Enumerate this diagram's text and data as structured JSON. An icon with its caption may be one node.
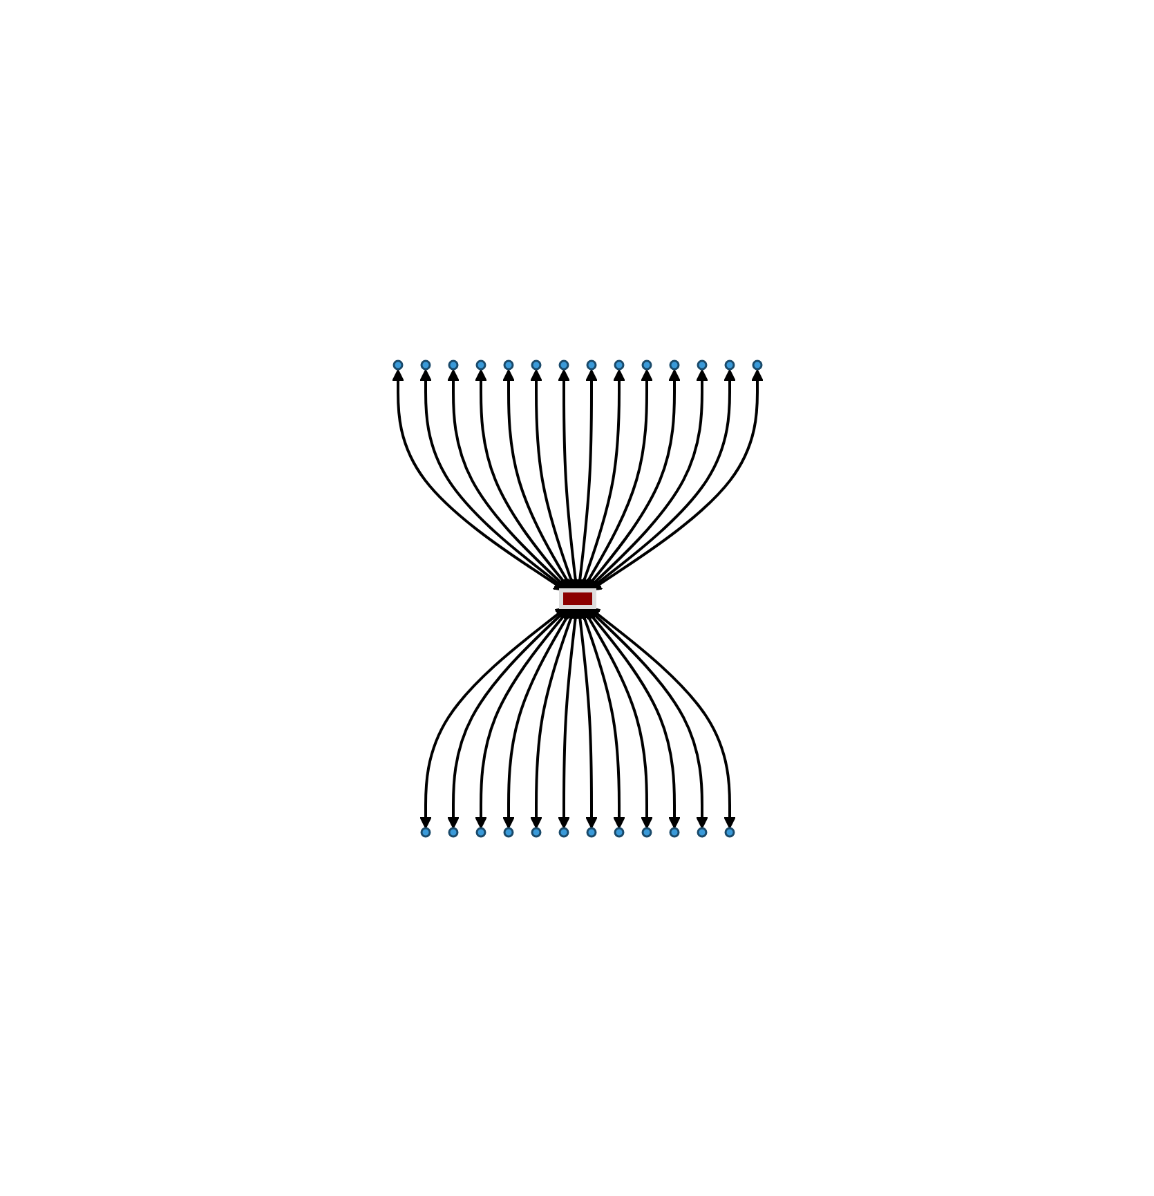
{
  "diagram": {
    "nodes": [
      {
        "text": [],
        "shape": "box"
      },
      {
        "text": [],
        "shape": "circle"
      },
      {
        "text": [],
        "shape": "circle"
      },
      {
        "text": [],
        "shape": "circle"
      },
      {
        "text": [],
        "shape": "circle"
      },
      {
        "text": [],
        "shape": "circle"
      },
      {
        "text": [],
        "shape": "circle"
      },
      {
        "text": [],
        "shape": "circle"
      },
      {
        "text": [],
        "shape": "circle"
      },
      {
        "text": [],
        "shape": "circle"
      },
      {
        "text": [],
        "shape": "circle"
      },
      {
        "text": [],
        "shape": "circle"
      },
      {
        "text": [],
        "shape": "circle"
      },
      {
        "text": [],
        "shape": "circle"
      },
      {
        "text": [],
        "shape": "circle"
      },
      {
        "text": [],
        "shape": "circle"
      },
      {
        "text": [],
        "shape": "circle"
      },
      {
        "text": [],
        "shape": "circle"
      },
      {
        "text": [],
        "shape": "circle"
      },
      {
        "text": [],
        "shape": "circle"
      },
      {
        "text": [],
        "shape": "circle"
      },
      {
        "text": [],
        "shape": "circle"
      },
      {
        "text": [],
        "shape": "circle"
      },
      {
        "text": [],
        "shape": "circle"
      },
      {
        "text": [],
        "shape": "circle"
      },
      {
        "text": [],
        "shape": "circle"
      },
      {
        "text": [],
        "shape": "circle"
      }
    ],
    "edges": [
      {
        "from": 1,
        "to": 0,
        "arrow": "both"
      },
      {
        "from": 2,
        "to": 0,
        "arrow": "both"
      },
      {
        "from": 3,
        "to": 0,
        "arrow": "both"
      },
      {
        "from": 4,
        "to": 0,
        "arrow": "both"
      },
      {
        "from": 5,
        "to": 0,
        "arrow": "both"
      },
      {
        "from": 6,
        "to": 0,
        "arrow": "both"
      },
      {
        "from": 7,
        "to": 0,
        "arrow": "both"
      },
      {
        "from": 0,
        "to": 8,
        "arrow": "both"
      },
      {
        "from": 0,
        "to": 9,
        "arrow": "both"
      },
      {
        "from": 0,
        "to": 10,
        "arrow": "both"
      },
      {
        "from": 0,
        "to": 11,
        "arrow": "both"
      },
      {
        "from": 0,
        "to": 12,
        "arrow": "both"
      },
      {
        "from": 0,
        "to": 13,
        "arrow": "both"
      },
      {
        "from": 0,
        "to": 14,
        "arrow": "both"
      },
      {
        "from": 0,
        "to": 15,
        "arrow": "both"
      },
      {
        "from": 0,
        "to": 16,
        "arrow": "both"
      },
      {
        "from": 0,
        "to": 17,
        "arrow": "both"
      },
      {
        "from": 0,
        "to": 18,
        "arrow": "both"
      },
      {
        "from": 0,
        "to": 19,
        "arrow": "both"
      },
      {
        "from": 20,
        "to": 0,
        "arrow": "both"
      },
      {
        "from": 21,
        "to": 0,
        "arrow": "both"
      },
      {
        "from": 22,
        "to": 0,
        "arrow": "both"
      },
      {
        "from": 23,
        "to": 0,
        "arrow": "both"
      },
      {
        "from": 24,
        "to": 0,
        "arrow": "both"
      },
      {
        "from": 25,
        "to": 0,
        "arrow": "both"
      },
      {
        "from": 26,
        "to": 0,
        "arrow": "both"
      }
    ]
  }
}
